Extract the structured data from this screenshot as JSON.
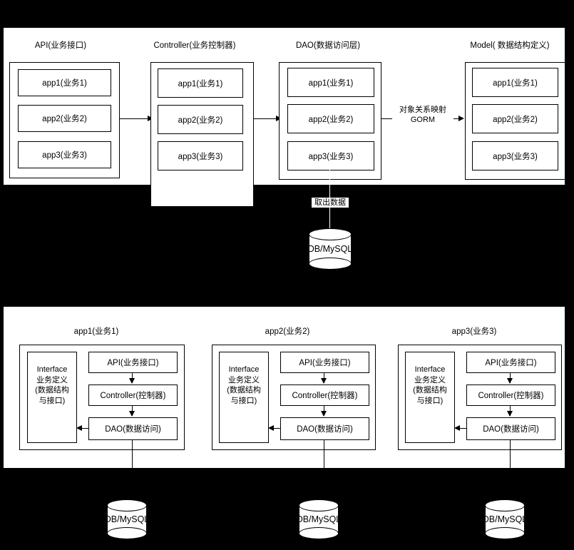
{
  "diagram": {
    "title_top": "",
    "background_color": "#000000",
    "panel_color": "#ffffff",
    "line_color": "#000000"
  },
  "top_section": {
    "columns": [
      {
        "title": "API(业务接口)",
        "items": [
          "app1(业务1)",
          "app2(业务2)",
          "app3(业务3)"
        ]
      },
      {
        "title": "Controller(业务控制器)",
        "items": [
          "app1(业务1)",
          "app2(业务2)",
          "app3(业务3)"
        ]
      },
      {
        "title": "DAO(数据访问层)",
        "items": [
          "app1(业务1)",
          "app2(业务2)",
          "app3(业务3)"
        ]
      },
      {
        "title": "Model( 数据结构定义)",
        "items": [
          "app1(业务1)",
          "app2(业务2)",
          "app3(业务3)"
        ]
      }
    ],
    "edge_labels": {
      "dao_to_model_line1": "对象关系映射",
      "dao_to_model_line2": "GORM"
    }
  },
  "middle_section": {
    "link_label": "取出数据",
    "database": "DB/MySQL"
  },
  "bottom_section": {
    "groups": [
      {
        "title": "app1(业务1)",
        "interface": [
          "Interface",
          "业务定义",
          "(数据结构",
          "与接口)"
        ],
        "flow": [
          "API(业务接口)",
          "Controller(控制器)",
          "DAO(数据访问)"
        ],
        "database": "DB/MySQL"
      },
      {
        "title": "app2(业务2)",
        "interface": [
          "Interface",
          "业务定义",
          "(数据结构",
          "与接口)"
        ],
        "flow": [
          "API(业务接口)",
          "Controller(控制器)",
          "DAO(数据访问)"
        ],
        "database": "DB/MySQL"
      },
      {
        "title": "app3(业务3)",
        "interface": [
          "Interface",
          "业务定义",
          "(数据结构",
          "与接口)"
        ],
        "flow": [
          "API(业务接口)",
          "Controller(控制器)",
          "DAO(数据访问)"
        ],
        "database": "DB/MySQL"
      }
    ]
  }
}
